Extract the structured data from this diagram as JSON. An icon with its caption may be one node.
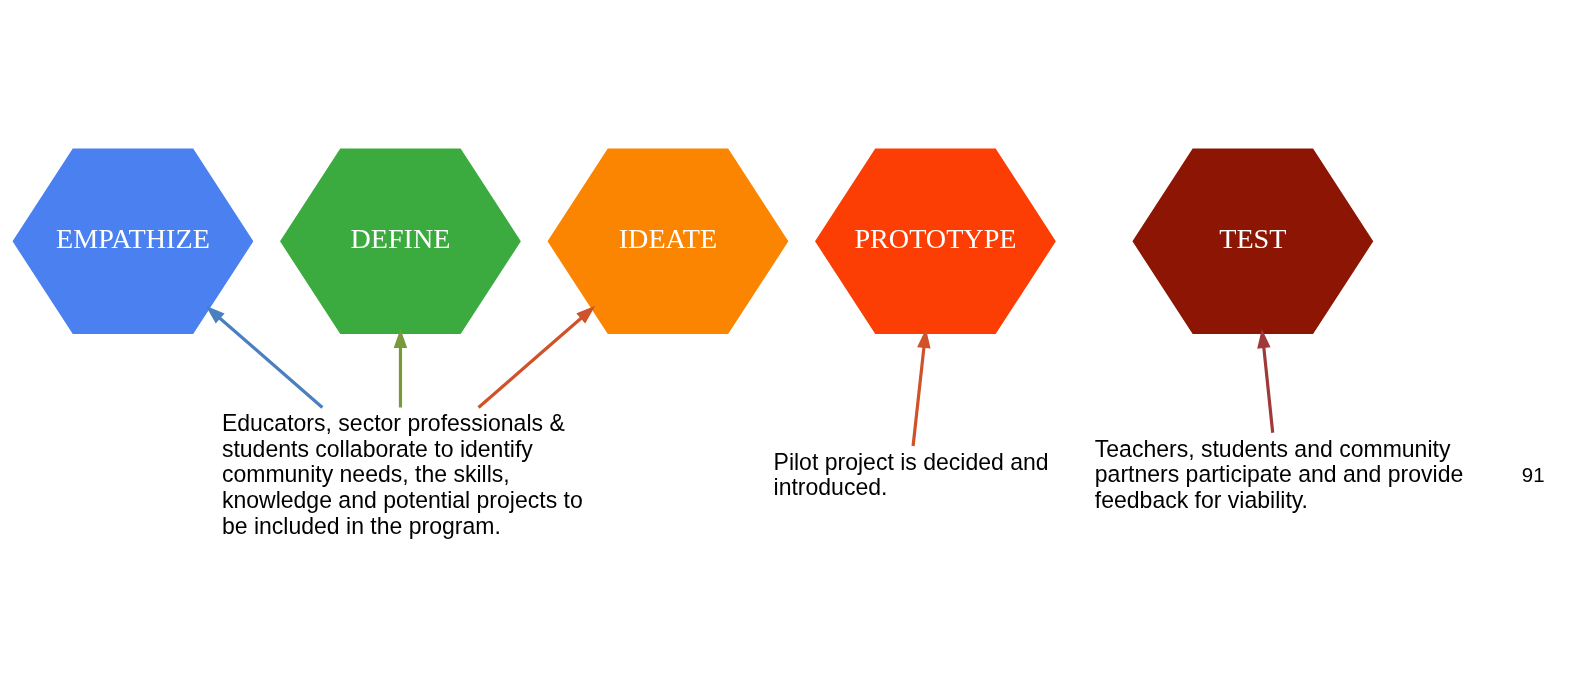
{
  "diagram": {
    "nodes": [
      {
        "text": [
          "EMPATHIZE"
        ]
      },
      {
        "text": [
          "DEFINE"
        ]
      },
      {
        "text": [
          "IDEATE"
        ]
      },
      {
        "text": [
          "PROTOTYPE"
        ]
      },
      {
        "text": [
          "TEST"
        ]
      },
      {
        "text": [
          "Educators, sector professionals & students collaborate to identify community needs, the skills, knowledge and potential projects to be included in the program."
        ]
      },
      {
        "text": [
          "Pilot project is decided and introduced."
        ]
      },
      {
        "text": [
          "Teachers, students and community partners participate and and provide feedback for viability."
        ]
      }
    ],
    "edges": [
      {
        "from": 5,
        "to": 0,
        "arrow": "to",
        "color": "#4a7fc0"
      },
      {
        "from": 5,
        "to": 1,
        "arrow": "to",
        "color": "#7a9a3a"
      },
      {
        "from": 5,
        "to": 2,
        "arrow": "to",
        "color": "#d0522a"
      },
      {
        "from": 6,
        "to": 3,
        "arrow": "to",
        "color": "#d0522a"
      },
      {
        "from": 7,
        "to": 4,
        "arrow": "to",
        "color": "#a03a3a"
      }
    ],
    "labels": [
      "91"
    ]
  }
}
